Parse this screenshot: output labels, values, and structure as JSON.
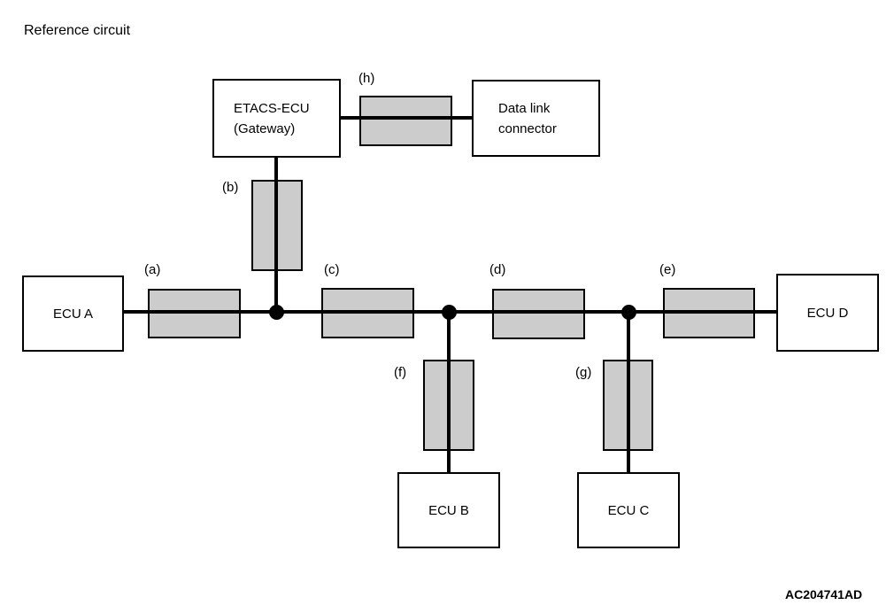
{
  "title": "Reference circuit",
  "figure_code": "AC204741AD",
  "colors": {
    "background": "#ffffff",
    "line": "#000000",
    "connector_fill": "#cccccc",
    "box_fill": "#ffffff",
    "text": "#000000"
  },
  "nodes": {
    "etacs": {
      "line1": "ETACS-ECU",
      "line2": "(Gateway)"
    },
    "datalink": {
      "line1": "Data link",
      "line2": "connector"
    },
    "ecu_a": {
      "label": "ECU A"
    },
    "ecu_b": {
      "label": "ECU B"
    },
    "ecu_c": {
      "label": "ECU C"
    },
    "ecu_d": {
      "label": "ECU D"
    }
  },
  "segment_labels": {
    "a": "(a)",
    "b": "(b)",
    "c": "(c)",
    "d": "(d)",
    "e": "(e)",
    "f": "(f)",
    "g": "(g)",
    "h": "(h)"
  }
}
